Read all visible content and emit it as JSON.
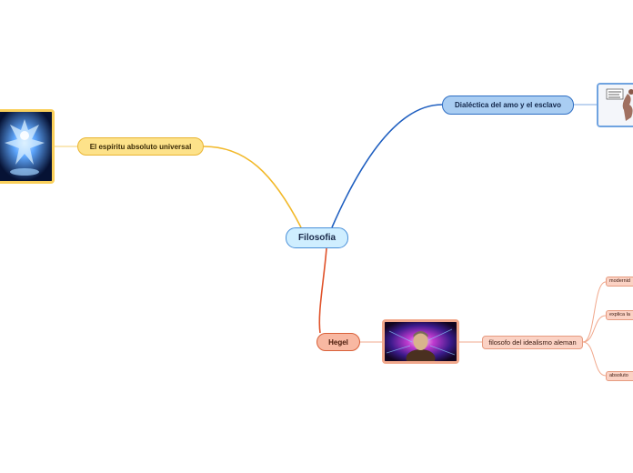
{
  "central": {
    "label": "Filosofia"
  },
  "branches": {
    "dialectic": {
      "label": "Dialéctica del amo y el esclavo"
    },
    "spirit": {
      "label": "El espíritu absoluto universal"
    },
    "hegel": {
      "label": "Hegel",
      "child": {
        "label": "filosofo del idealismo aleman",
        "leaves": [
          "modernid",
          "explica la",
          "absoluto"
        ]
      }
    }
  },
  "images": {
    "spirit_image": "glowing-spirit-figure-image",
    "hegel_image": "hegel-portrait-image",
    "dialectic_image": "comic-illustration-image"
  },
  "colors": {
    "blue_branch": "#1f5fc0",
    "yellow_branch": "#f2b92a",
    "red_branch": "#e0532b",
    "central_fill": "#cfeeff"
  }
}
